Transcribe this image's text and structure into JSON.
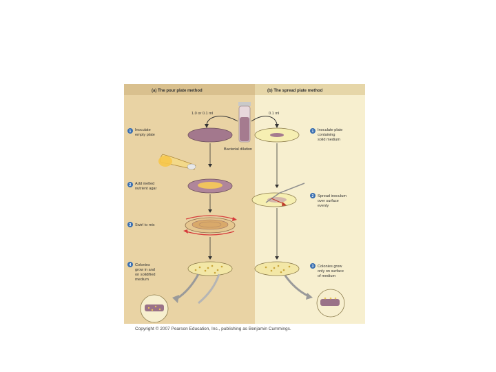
{
  "figure": {
    "panel_left_title": "(a) The pour plate method",
    "panel_right_title": "(b) The spread plate method",
    "volume_left": "1.0 or 0.1 ml",
    "volume_right": "0.1 ml",
    "tube_label": "Bacterial dilution",
    "left_steps": [
      {
        "number": "1",
        "line1": "Inoculate",
        "line2": "empty plate",
        "line3": ""
      },
      {
        "number": "2",
        "line1": "Add melted",
        "line2": "nutrient agar",
        "line3": ""
      },
      {
        "number": "3",
        "line1": "Swirl to mix",
        "line2": "",
        "line3": ""
      },
      {
        "number": "4",
        "line1": "Colonies",
        "line2": "grow in and",
        "line3": "on solidified",
        "line4": "medium"
      }
    ],
    "right_steps": [
      {
        "number": "1",
        "line1": "Inoculate plate",
        "line2": "containing",
        "line3": "solid medium"
      },
      {
        "number": "2",
        "line1": "Spread inoculum",
        "line2": "over surface",
        "line3": "evenly"
      },
      {
        "number": "3",
        "line1": "Colonies grow",
        "line2": "only on surface",
        "line3": "of medium"
      }
    ],
    "colors": {
      "left_panel": "#e9d3a4",
      "right_panel": "#f7efcf",
      "header_bar": "#d9c08e",
      "step_badge": "#3a6fb0",
      "agar": "#e3b75e",
      "plate_purple": "#a3788d"
    }
  },
  "copyright": "Copyright © 2007 Pearson Education, Inc., publishing as Benjamin Cummings."
}
